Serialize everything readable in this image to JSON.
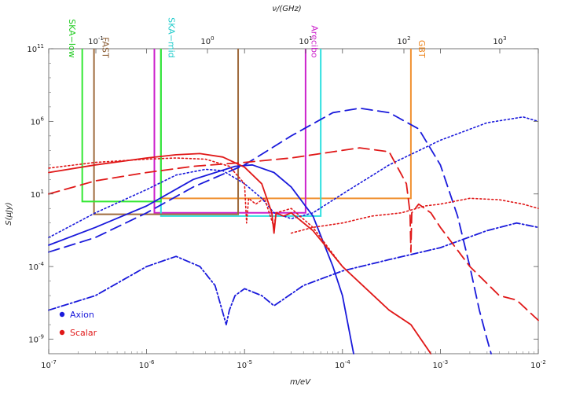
{
  "chart_data": {
    "type": "line",
    "title": "",
    "xlabel": "m/eV",
    "ylabel": "S(μJy)",
    "top_xlabel": "ν/(GHz)",
    "x_scale": "log",
    "y_scale": "log",
    "xlim": [
      1e-07,
      0.01
    ],
    "ylim": [
      1e-10,
      100000000000.0
    ],
    "x_ticks": [
      {
        "value": 1e-07,
        "label": "10^-7"
      },
      {
        "value": 1e-06,
        "label": "10^-6"
      },
      {
        "value": 1e-05,
        "label": "10^-5"
      },
      {
        "value": 0.0001,
        "label": "10^-4"
      },
      {
        "value": 0.001,
        "label": "10^-3"
      },
      {
        "value": 0.01,
        "label": "10^-2"
      }
    ],
    "top_ticks": [
      {
        "value": 0.1,
        "label": "10^-1"
      },
      {
        "value": 1,
        "label": "10^0"
      },
      {
        "value": 10,
        "label": "10^1"
      },
      {
        "value": 100,
        "label": "10^2"
      },
      {
        "value": 1000,
        "label": "10^3"
      }
    ],
    "y_ticks": [
      {
        "value": 1e-09,
        "label": "10^-9"
      },
      {
        "value": 0.0001,
        "label": "10^-4"
      },
      {
        "value": 10,
        "label": "10^1"
      },
      {
        "value": 1000000.0,
        "label": "10^6"
      },
      {
        "value": 100000000000.0,
        "label": "10^11"
      }
    ],
    "grid": false,
    "legend": {
      "placement": "bottom-left",
      "entries": [
        {
          "label": "Axion",
          "color": "#1a1adb"
        },
        {
          "label": "Scalar",
          "color": "#e01818"
        }
      ]
    },
    "telescopes": [
      {
        "name": "SKA−low",
        "color": "#33e833",
        "x_range": [
          2.2e-07,
          1.4e-06
        ],
        "sensitivity": 3.0,
        "label_x": 1.5e-07,
        "label_y": 30000000000.0,
        "label_color": "#22cc22"
      },
      {
        "name": "FAST",
        "color": "#9e6a3c",
        "x_range": [
          2.9e-07,
          8.6e-06
        ],
        "sensitivity": 0.4,
        "label_x": 3.3e-07,
        "label_y": 30000000000.0,
        "label_color": "#8a5a30"
      },
      {
        "name": "SKA−mid",
        "color": "#2ee0e0",
        "x_range": [
          1.4e-06,
          6e-05
        ],
        "sensitivity": 0.3,
        "label_x": 1.55e-06,
        "label_y": 30000000000.0,
        "label_color": "#22cccc"
      },
      {
        "name": "Arecibo",
        "color": "#cc22cc",
        "x_range": [
          1.2e-06,
          4.2e-05
        ],
        "sensitivity": 0.5,
        "label_x": 4.5e-05,
        "label_y": 30000000000.0,
        "label_color": "#cc22cc"
      },
      {
        "name": "GBT",
        "color": "#f09030",
        "x_range": [
          1.4e-06,
          0.0005
        ],
        "sensitivity": 5.0,
        "label_x": 0.00056,
        "label_y": 30000000000.0,
        "label_color": "#ee8822"
      }
    ],
    "series": [
      {
        "species": "axion",
        "style": "solid",
        "color": "#1a1adb",
        "points": [
          [
            1e-07,
            0.003
          ],
          [
            3e-07,
            0.05
          ],
          [
            1e-06,
            1.5
          ],
          [
            3e-06,
            100
          ],
          [
            8e-06,
            800
          ],
          [
            1.2e-05,
            1000
          ],
          [
            2e-05,
            300
          ],
          [
            3e-05,
            30
          ],
          [
            5e-05,
            0.3
          ],
          [
            8e-05,
            0.0001
          ],
          [
            0.0001,
            1e-06
          ],
          [
            0.00013,
            1e-10
          ]
        ]
      },
      {
        "species": "axion",
        "style": "dashed",
        "color": "#1a1adb",
        "points": [
          [
            1e-07,
            0.001
          ],
          [
            3e-07,
            0.01
          ],
          [
            1e-06,
            0.5
          ],
          [
            3e-06,
            30
          ],
          [
            1e-05,
            1000
          ],
          [
            3e-05,
            100000.0
          ],
          [
            8e-05,
            4000000.0
          ],
          [
            0.00015,
            8000000.0
          ],
          [
            0.0003,
            4000000.0
          ],
          [
            0.0006,
            300000.0
          ],
          [
            0.001,
            1000.0
          ],
          [
            0.0015,
            0.3
          ],
          [
            0.002,
            0.0001
          ],
          [
            0.0025,
            1e-07
          ],
          [
            0.003,
            1e-09
          ],
          [
            0.0033,
            1e-10
          ]
        ]
      },
      {
        "species": "axion",
        "style": "dotted",
        "color": "#1a1adb",
        "points": [
          [
            1e-07,
            0.01
          ],
          [
            3e-07,
            0.5
          ],
          [
            1e-06,
            20
          ],
          [
            2e-06,
            200
          ],
          [
            4e-06,
            500
          ],
          [
            6e-06,
            400
          ],
          [
            1e-05,
            50
          ],
          [
            1.5e-05,
            5
          ],
          [
            2e-05,
            0.5
          ],
          [
            3e-05,
            0.2
          ],
          [
            5e-05,
            0.5
          ],
          [
            0.0001,
            10
          ],
          [
            0.0003,
            1000.0
          ],
          [
            0.001,
            50000.0
          ],
          [
            0.003,
            800000.0
          ],
          [
            0.007,
            2000000.0
          ],
          [
            0.01,
            1000000.0
          ]
        ]
      },
      {
        "species": "axion",
        "style": "dashdot",
        "color": "#1a1adb",
        "points": [
          [
            1e-07,
            1e-07
          ],
          [
            3e-07,
            1e-06
          ],
          [
            1e-06,
            0.0001
          ],
          [
            2e-06,
            0.0005
          ],
          [
            3.5e-06,
            0.0001
          ],
          [
            5e-06,
            5e-06
          ],
          [
            6.5e-06,
            1e-08
          ],
          [
            7e-06,
            1e-07
          ],
          [
            8e-06,
            1e-06
          ],
          [
            1e-05,
            3e-06
          ],
          [
            1.5e-05,
            1e-06
          ],
          [
            2e-05,
            2e-07
          ],
          [
            4e-05,
            5e-06
          ],
          [
            0.0001,
            5e-05
          ],
          [
            0.0003,
            0.0003
          ],
          [
            0.001,
            0.002
          ],
          [
            0.003,
            0.03
          ],
          [
            0.006,
            0.1
          ],
          [
            0.01,
            0.05
          ]
        ]
      },
      {
        "species": "scalar",
        "style": "solid",
        "color": "#e01818",
        "points": [
          [
            1e-07,
            300
          ],
          [
            3e-07,
            1000
          ],
          [
            1e-06,
            3000
          ],
          [
            2e-06,
            5000
          ],
          [
            3.5e-06,
            6000
          ],
          [
            6e-06,
            3500
          ],
          [
            1e-05,
            700
          ],
          [
            1.5e-05,
            50
          ],
          [
            1.9e-05,
            0.5
          ],
          [
            2e-05,
            0.02
          ],
          [
            2.1e-05,
            0.5
          ],
          [
            2.5e-05,
            0.3
          ],
          [
            3e-05,
            0.5
          ],
          [
            5e-05,
            0.03
          ],
          [
            0.0001,
            0.0001
          ],
          [
            0.0003,
            1e-07
          ],
          [
            0.0005,
            1e-08
          ],
          [
            0.0008,
            1e-10
          ]
        ]
      },
      {
        "species": "scalar",
        "style": "dashed",
        "color": "#e01818",
        "points": [
          [
            1e-07,
            10
          ],
          [
            3e-07,
            80
          ],
          [
            1e-06,
            300
          ],
          [
            3e-06,
            800
          ],
          [
            1e-05,
            1500
          ],
          [
            3e-05,
            3000
          ],
          [
            8e-05,
            8000
          ],
          [
            0.00015,
            15000.0
          ],
          [
            0.0003,
            8000.0
          ],
          [
            0.00045,
            50
          ],
          [
            0.00049,
            0.5
          ],
          [
            0.0005,
            0.001
          ],
          [
            0.00051,
            0.5
          ],
          [
            0.0006,
            2
          ],
          [
            0.0008,
            0.5
          ],
          [
            0.001,
            0.05
          ],
          [
            0.002,
            0.0001
          ],
          [
            0.004,
            1e-06
          ],
          [
            0.006,
            5e-07
          ],
          [
            0.01,
            2e-08
          ]
        ]
      },
      {
        "species": "scalar",
        "style": "dotted",
        "color": "#e01818",
        "points": [
          [
            1e-07,
            600
          ],
          [
            3e-07,
            1500
          ],
          [
            1e-06,
            2500
          ],
          [
            2e-06,
            3000
          ],
          [
            4e-06,
            2500
          ],
          [
            7e-06,
            800
          ],
          [
            1e-05,
            50
          ],
          [
            1.05e-05,
            0.1
          ],
          [
            1.1e-05,
            5
          ],
          [
            1.3e-05,
            2
          ],
          [
            1.6e-05,
            5
          ],
          [
            2e-05,
            0.05
          ],
          [
            2.1e-05,
            0.5
          ],
          [
            3e-05,
            1
          ],
          [
            5e-05,
            0.05
          ],
          [
            0.0001,
            0.0001
          ],
          [
            0.0003,
            1e-07
          ],
          [
            0.0005,
            1e-08
          ],
          [
            0.0008,
            1e-10
          ]
        ]
      },
      {
        "species": "scalar",
        "style": "dotted",
        "color": "#e01818",
        "points": [
          [
            3e-05,
            0.02
          ],
          [
            5e-05,
            0.05
          ],
          [
            0.0001,
            0.1
          ],
          [
            0.0002,
            0.3
          ],
          [
            0.0004,
            0.5
          ],
          [
            0.0007,
            1.5
          ],
          [
            0.001,
            2
          ],
          [
            0.002,
            5
          ],
          [
            0.004,
            4
          ],
          [
            0.007,
            2
          ],
          [
            0.01,
            1
          ]
        ]
      }
    ]
  }
}
